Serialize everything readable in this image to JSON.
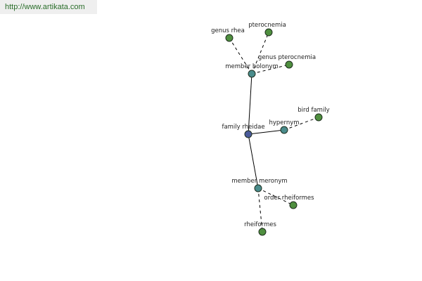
{
  "header": {
    "url": "http://www.artikata.com"
  },
  "graph": {
    "colors": {
      "center": "#4a5a9a",
      "relation": "#4a8c8c",
      "term": "#4f8f3f",
      "edge": "#000000",
      "node_stroke": "#1e2e1e"
    },
    "nodes": {
      "center": {
        "label": "family rheidae",
        "kind": "center"
      },
      "holonym": {
        "label": "member holonym",
        "kind": "relation"
      },
      "hypernym": {
        "label": "hypernym",
        "kind": "relation"
      },
      "meronym": {
        "label": "member meronym",
        "kind": "relation"
      },
      "genus_rhea": {
        "label": "genus rhea",
        "kind": "term"
      },
      "pterocnemia": {
        "label": "pterocnemia",
        "kind": "term"
      },
      "genus_pterocnemia": {
        "label": "genus pterocnemia",
        "kind": "term"
      },
      "bird_family": {
        "label": "bird family",
        "kind": "term"
      },
      "order_rheiformes": {
        "label": "order rheiformes",
        "kind": "term"
      },
      "rheiformes": {
        "label": "rheiformes",
        "kind": "term"
      }
    },
    "edges": [
      {
        "from": "center",
        "to": "holonym",
        "style": "solid"
      },
      {
        "from": "center",
        "to": "hypernym",
        "style": "solid"
      },
      {
        "from": "center",
        "to": "meronym",
        "style": "solid"
      },
      {
        "from": "holonym",
        "to": "genus_rhea",
        "style": "dashed"
      },
      {
        "from": "holonym",
        "to": "pterocnemia",
        "style": "dashed"
      },
      {
        "from": "holonym",
        "to": "genus_pterocnemia",
        "style": "dashed"
      },
      {
        "from": "hypernym",
        "to": "bird_family",
        "style": "dashed"
      },
      {
        "from": "meronym",
        "to": "order_rheiformes",
        "style": "dashed"
      },
      {
        "from": "meronym",
        "to": "rheiformes",
        "style": "dashed"
      }
    ]
  }
}
